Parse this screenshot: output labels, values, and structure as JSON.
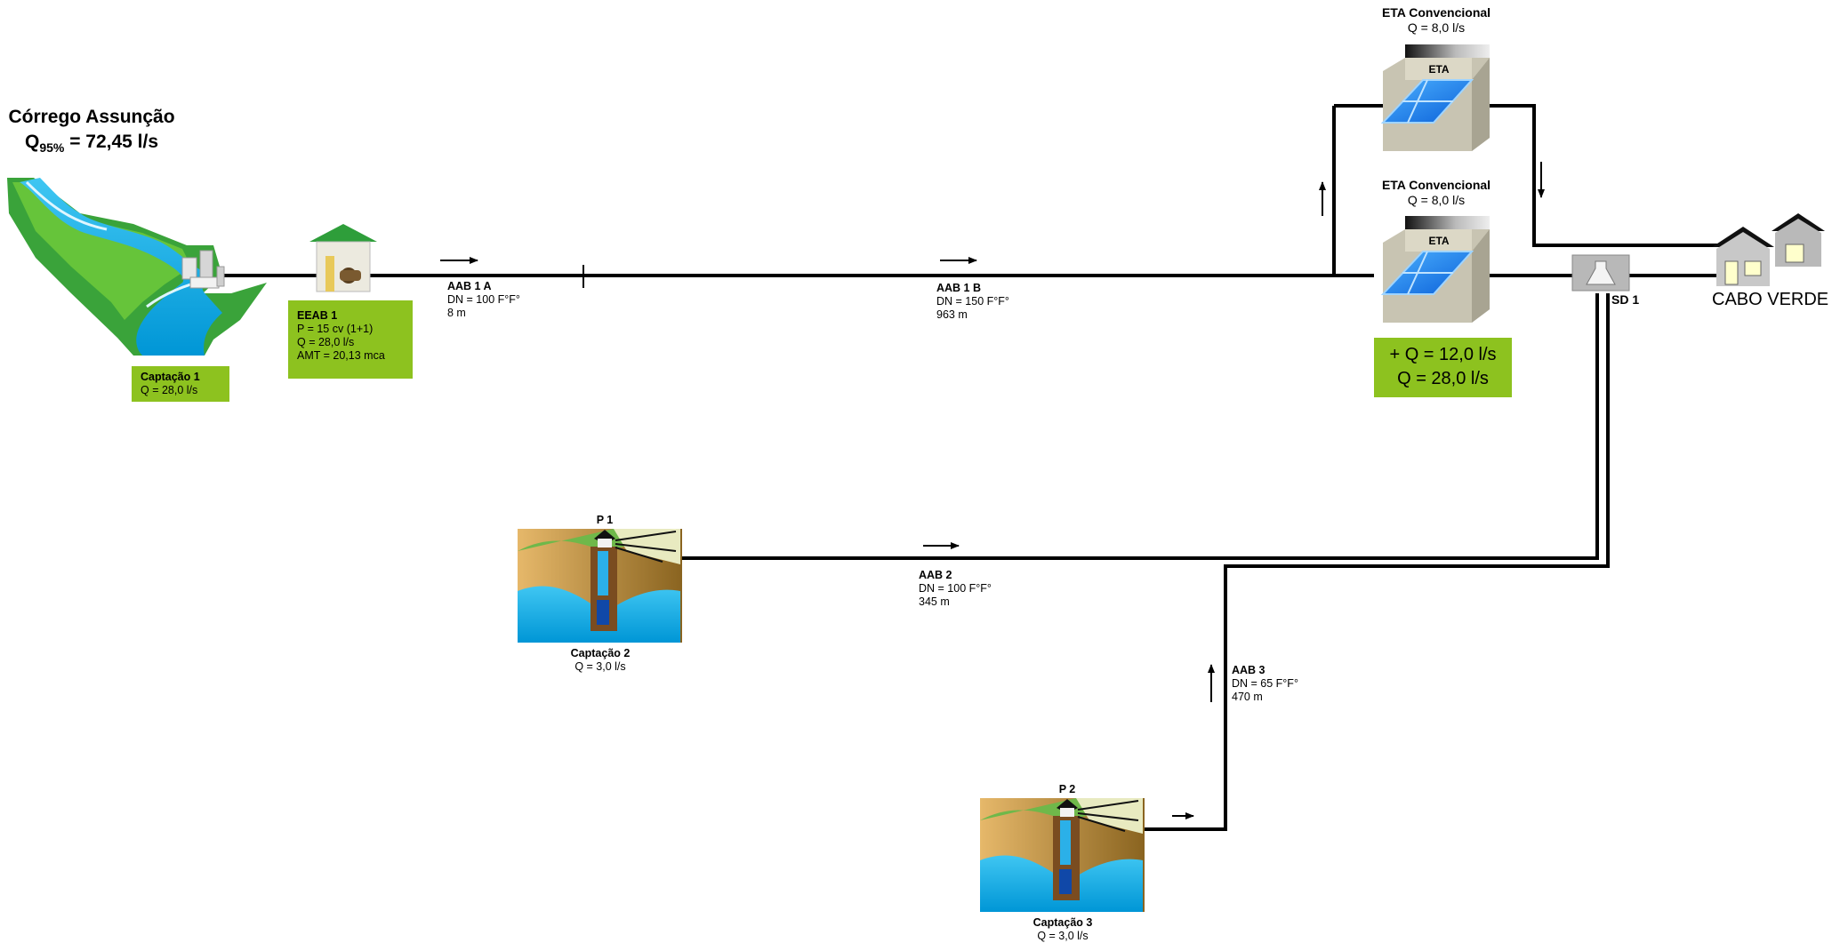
{
  "source": {
    "name": "Córrego Assunção",
    "flow_symbol": "Q",
    "flow_subscript": "95%",
    "flow_value": "= 72,45 l/s"
  },
  "intakes": [
    {
      "name": "Captação 1",
      "q": "Q = 28,0 l/s"
    },
    {
      "name": "Captação 2",
      "q": "Q = 3,0 l/s",
      "well": "P 1"
    },
    {
      "name": "Captação 3",
      "q": "Q = 3,0 l/s",
      "well": "P 2"
    }
  ],
  "pump_station": {
    "name": "EEAB 1",
    "power": "P = 15 cv (1+1)",
    "q": "Q = 28,0 l/s",
    "amt": "AMT = 20,13 mca"
  },
  "pipelines": [
    {
      "name": "AAB 1 A",
      "dn": "DN = 100 F°F°",
      "length": "8 m"
    },
    {
      "name": "AAB 1 B",
      "dn": "DN = 150 F°F°",
      "length": "963 m"
    },
    {
      "name": "AAB 2",
      "dn": "DN = 100 F°F°",
      "length": "345 m"
    },
    {
      "name": "AAB 3",
      "dn": "DN = 65 F°F°",
      "length": "470 m"
    }
  ],
  "treatment": [
    {
      "title": "ETA Convencional",
      "q": "Q = 8,0 l/s",
      "building_label": "ETA"
    },
    {
      "title": "ETA Convencional",
      "q": "Q = 8,0 l/s",
      "building_label": "ETA"
    }
  ],
  "flow_summary": {
    "added": "+ Q = 12,0 l/s",
    "total": "Q = 28,0 l/s"
  },
  "reservoir": {
    "name": "SD 1"
  },
  "city": {
    "name": "CABO VERDE"
  },
  "colors": {
    "label_box": "#8dc21f",
    "pipe": "#000000",
    "water": "#00a6e6",
    "roof": "#2e9e3a",
    "soil": "#a87a2a"
  }
}
